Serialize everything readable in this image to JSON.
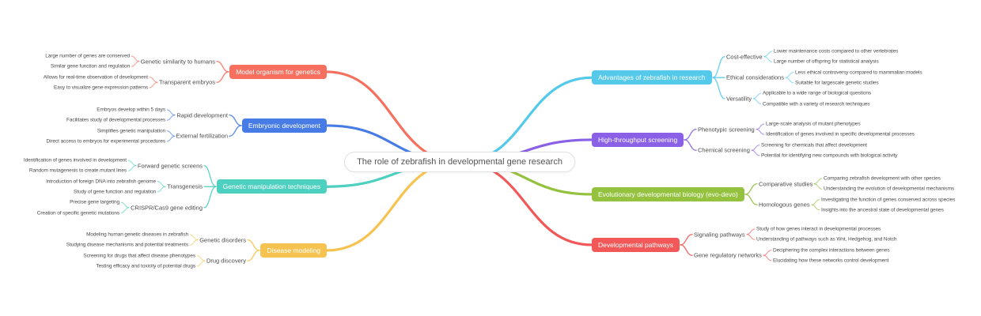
{
  "title": "The role of zebrafish in developmental gene research",
  "branches": [
    {
      "label": "Model organism for genetics",
      "side": "left",
      "color": "#f7705f",
      "children": [
        {
          "label": "Genetic similarity to humans",
          "leaves": [
            "Large number of genes are conserved",
            "Similar gene function and regulation"
          ]
        },
        {
          "label": "Transparent embryos",
          "leaves": [
            "Allows for real-time observation of development",
            "Easy to visualize gene expression patterns"
          ]
        }
      ]
    },
    {
      "label": "Embryonic development",
      "side": "left",
      "color": "#477be5",
      "children": [
        {
          "label": "Rapid development",
          "leaves": [
            "Embryos develop within 5 days",
            "Facilitates study of developmental processes"
          ]
        },
        {
          "label": "External fertilization",
          "leaves": [
            "Simplifies genetic manipulation",
            "Direct access to embryos for experimental procedures"
          ]
        }
      ]
    },
    {
      "label": "Genetic manipulation techniques",
      "side": "left",
      "color": "#4ed0c0",
      "children": [
        {
          "label": "Forward genetic screens",
          "leaves": [
            "Identification of genes involved in development",
            "Random mutagenesis to create mutant lines"
          ]
        },
        {
          "label": "Transgenesis",
          "leaves": [
            "Introduction of foreign DNA into zebrafish genome",
            "Study of gene function and regulation"
          ]
        },
        {
          "label": "CRISPR/Cas9 gene editing",
          "leaves": [
            "Precise gene targeting",
            "Creation of specific genetic mutations"
          ]
        }
      ]
    },
    {
      "label": "Disease modeling",
      "side": "left",
      "color": "#f6c350",
      "children": [
        {
          "label": "Genetic disorders",
          "leaves": [
            "Modeling human genetic diseases in zebrafish",
            "Studying disease mechanisms and potential treatments"
          ]
        },
        {
          "label": "Drug discovery",
          "leaves": [
            "Screening for drugs that affect disease phenotypes",
            "Testing efficacy and toxicity of potential drugs"
          ]
        }
      ]
    },
    {
      "label": "Advantages of zebrafish in research",
      "side": "right",
      "color": "#55c9ea",
      "children": [
        {
          "label": "Cost-effective",
          "leaves": [
            "Lower maintenance costs compared to other vertebrates",
            "Large number of offspring for statistical analysis"
          ]
        },
        {
          "label": "Ethical considerations",
          "leaves": [
            "Less ethical controversy compared to mammalian models",
            "Suitable for largescale genetic studies"
          ]
        },
        {
          "label": "Versatility",
          "leaves": [
            "Applicable to a wide range of biological questions",
            "Compatible with a variety of research techniques"
          ]
        }
      ]
    },
    {
      "label": "High-throughput screening",
      "side": "right",
      "color": "#8a60e6",
      "children": [
        {
          "label": "Phenotypic screening",
          "leaves": [
            "Large-scale analysis of mutant phenotypes",
            "Identification of genes involved in specific developmental processes"
          ]
        },
        {
          "label": "Chemical screening",
          "leaves": [
            "Screening for chemicals that affect development",
            "Potential for identifying new compounds with biological activity"
          ]
        }
      ]
    },
    {
      "label": "Evolutionary developmental biology (evo-devo)",
      "side": "right",
      "color": "#94c13e",
      "children": [
        {
          "label": "Comparative studies",
          "leaves": [
            "Comparing zebrafish development with other species",
            "Understanding the evolution of developmental mechanisms"
          ]
        },
        {
          "label": "Homologous genes",
          "leaves": [
            "Investigating the function of genes conserved across species",
            "Insights into the ancestral state of developmental genes"
          ]
        }
      ]
    },
    {
      "label": "Developmental pathways",
      "side": "right",
      "color": "#f25858",
      "children": [
        {
          "label": "Signaling pathways",
          "leaves": [
            "Study of how genes interact in developmental processes",
            "Understanding of pathways such as Wnt, Hedgehog, and Notch"
          ]
        },
        {
          "label": "Gene regulatory networks",
          "leaves": [
            "Deciphering the complex interactions between genes",
            "Elucidating how these networks control development"
          ]
        }
      ]
    }
  ]
}
